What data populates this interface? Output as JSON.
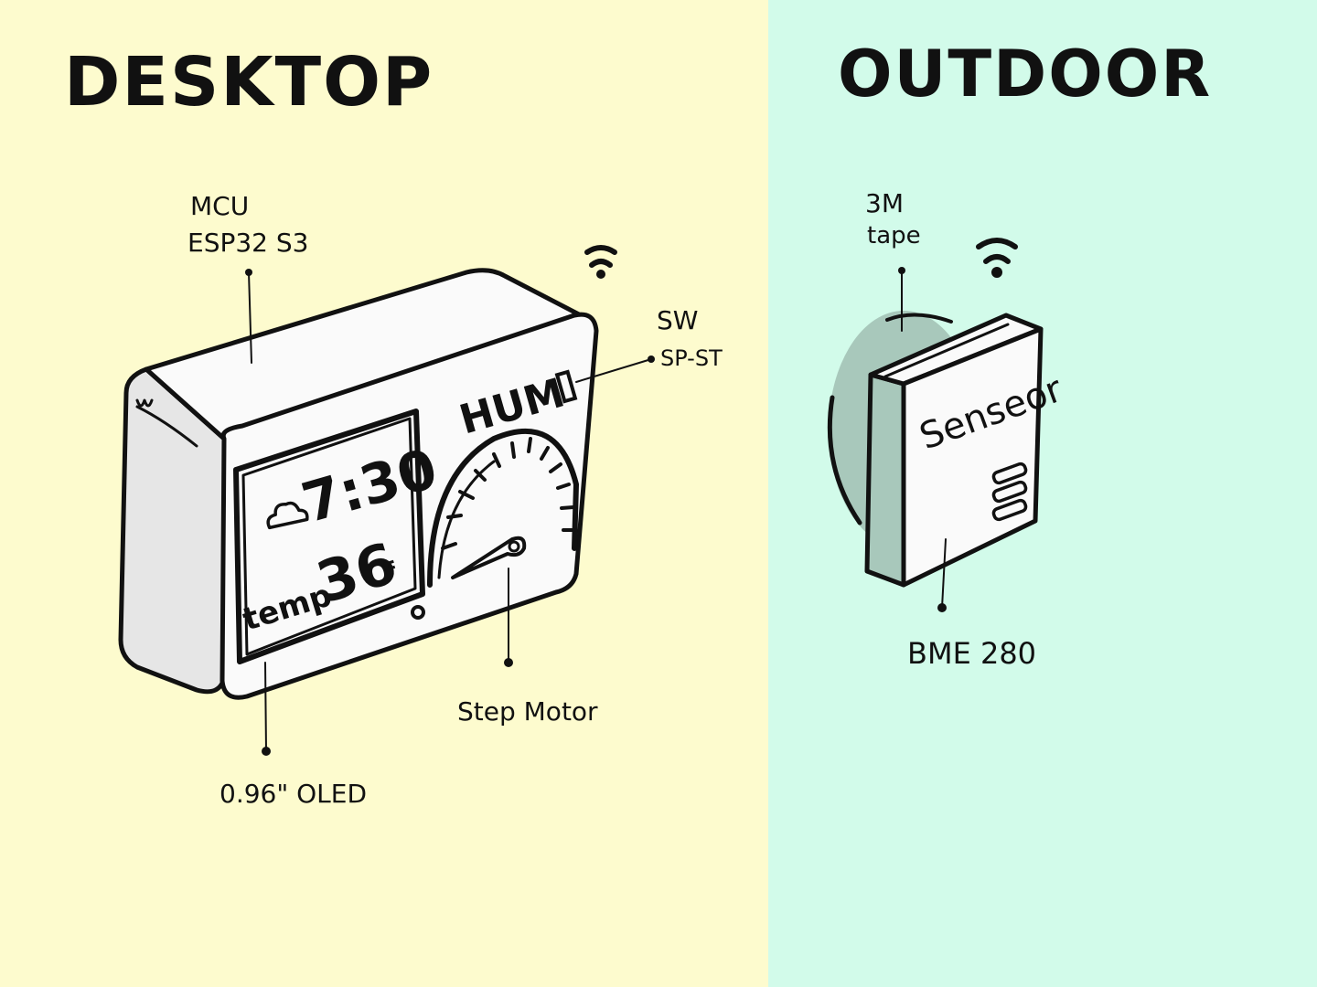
{
  "colors": {
    "desktop_bg": "#fdfbce",
    "outdoor_bg": "#d2fbea",
    "device_face": "#fafafa",
    "device_side": "#e6e6e6",
    "tape": "#a8c8bb",
    "ink": "#111111"
  },
  "desktop": {
    "title": "DESKTOP",
    "labels": {
      "mcu_line1": "MCU",
      "mcu_line2": "ESP32 S3",
      "switch_line1": "SW",
      "switch_line2": "SP-ST",
      "oled": "0.96\" OLED",
      "motor": "Step Motor"
    },
    "screen": {
      "time": "7:30",
      "temp_label": "temp",
      "temp_value": "36",
      "temp_unit": "F",
      "weather_icon": "cloud-icon"
    },
    "gauge": {
      "label": "HUM"
    },
    "wifi_icon": "wifi-icon"
  },
  "outdoor": {
    "title": "OUTDOOR",
    "labels": {
      "tape_line1": "3M",
      "tape_line2": "tape",
      "sensor_chip": "BME 280"
    },
    "sensor_text": "Senseor",
    "wifi_icon": "wifi-icon"
  }
}
